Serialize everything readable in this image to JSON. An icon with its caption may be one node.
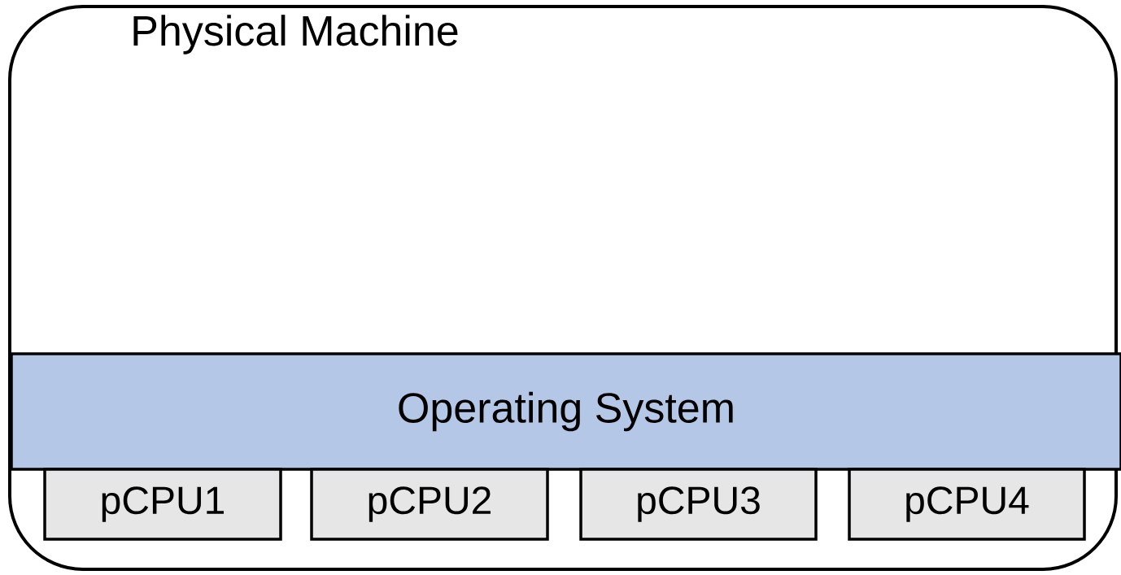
{
  "diagram": {
    "nodes": [
      {
        "text": [
          "Physical Machine"
        ]
      },
      {
        "text": [
          "Operating System"
        ],
        "in": 0
      },
      {
        "text": [
          "pCPU1"
        ],
        "in": 0
      },
      {
        "text": [
          "pCPU2"
        ],
        "in": 0
      },
      {
        "text": [
          "pCPU3"
        ],
        "in": 0
      },
      {
        "text": [
          "pCPU4"
        ],
        "in": 0
      }
    ]
  }
}
